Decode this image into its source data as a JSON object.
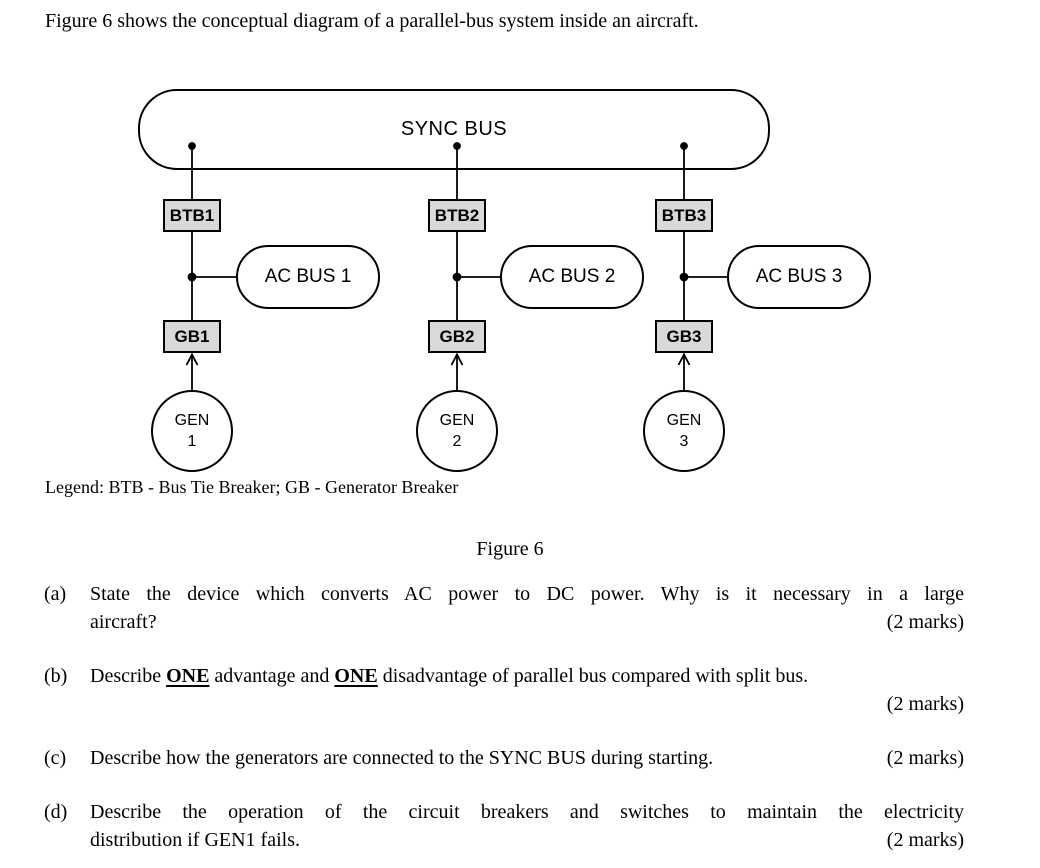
{
  "intro": "Figure 6 shows the conceptual diagram of a parallel-bus system inside an aircraft.",
  "diagram": {
    "sync_bus_label": "SYNC BUS",
    "box_fill": "#d9d9d9",
    "line_color": "#000000",
    "columns": [
      {
        "btb": "BTB1",
        "acbus": "AC BUS 1",
        "gb": "GB1",
        "gen_word": "GEN",
        "gen_num": "1"
      },
      {
        "btb": "BTB2",
        "acbus": "AC BUS 2",
        "gb": "GB2",
        "gen_word": "GEN",
        "gen_num": "2"
      },
      {
        "btb": "BTB3",
        "acbus": "AC BUS 3",
        "gb": "GB3",
        "gen_word": "GEN",
        "gen_num": "3"
      }
    ]
  },
  "legend": "Legend: BTB - Bus Tie Breaker; GB - Generator Breaker",
  "caption": "Figure 6",
  "questions": {
    "a": {
      "label": "(a)",
      "line1": "State the device which converts AC power to DC power. Why is it necessary in a large",
      "line2": "aircraft?",
      "marks": "(2 marks)"
    },
    "b": {
      "label": "(b)",
      "part1": "Describe ",
      "part2": "ONE",
      "part3": " advantage and ",
      "part4": "ONE",
      "part5": " disadvantage of parallel bus compared with split bus.",
      "marks": "(2 marks)"
    },
    "c": {
      "label": "(c)",
      "line1": "Describe how the generators are connected to the SYNC BUS during starting.",
      "marks": "(2 marks)"
    },
    "d": {
      "label": "(d)",
      "line1": "Describe the operation of the circuit breakers and switches to maintain the electricity",
      "line2": "distribution if GEN1 fails.",
      "marks": "(2 marks)"
    }
  }
}
